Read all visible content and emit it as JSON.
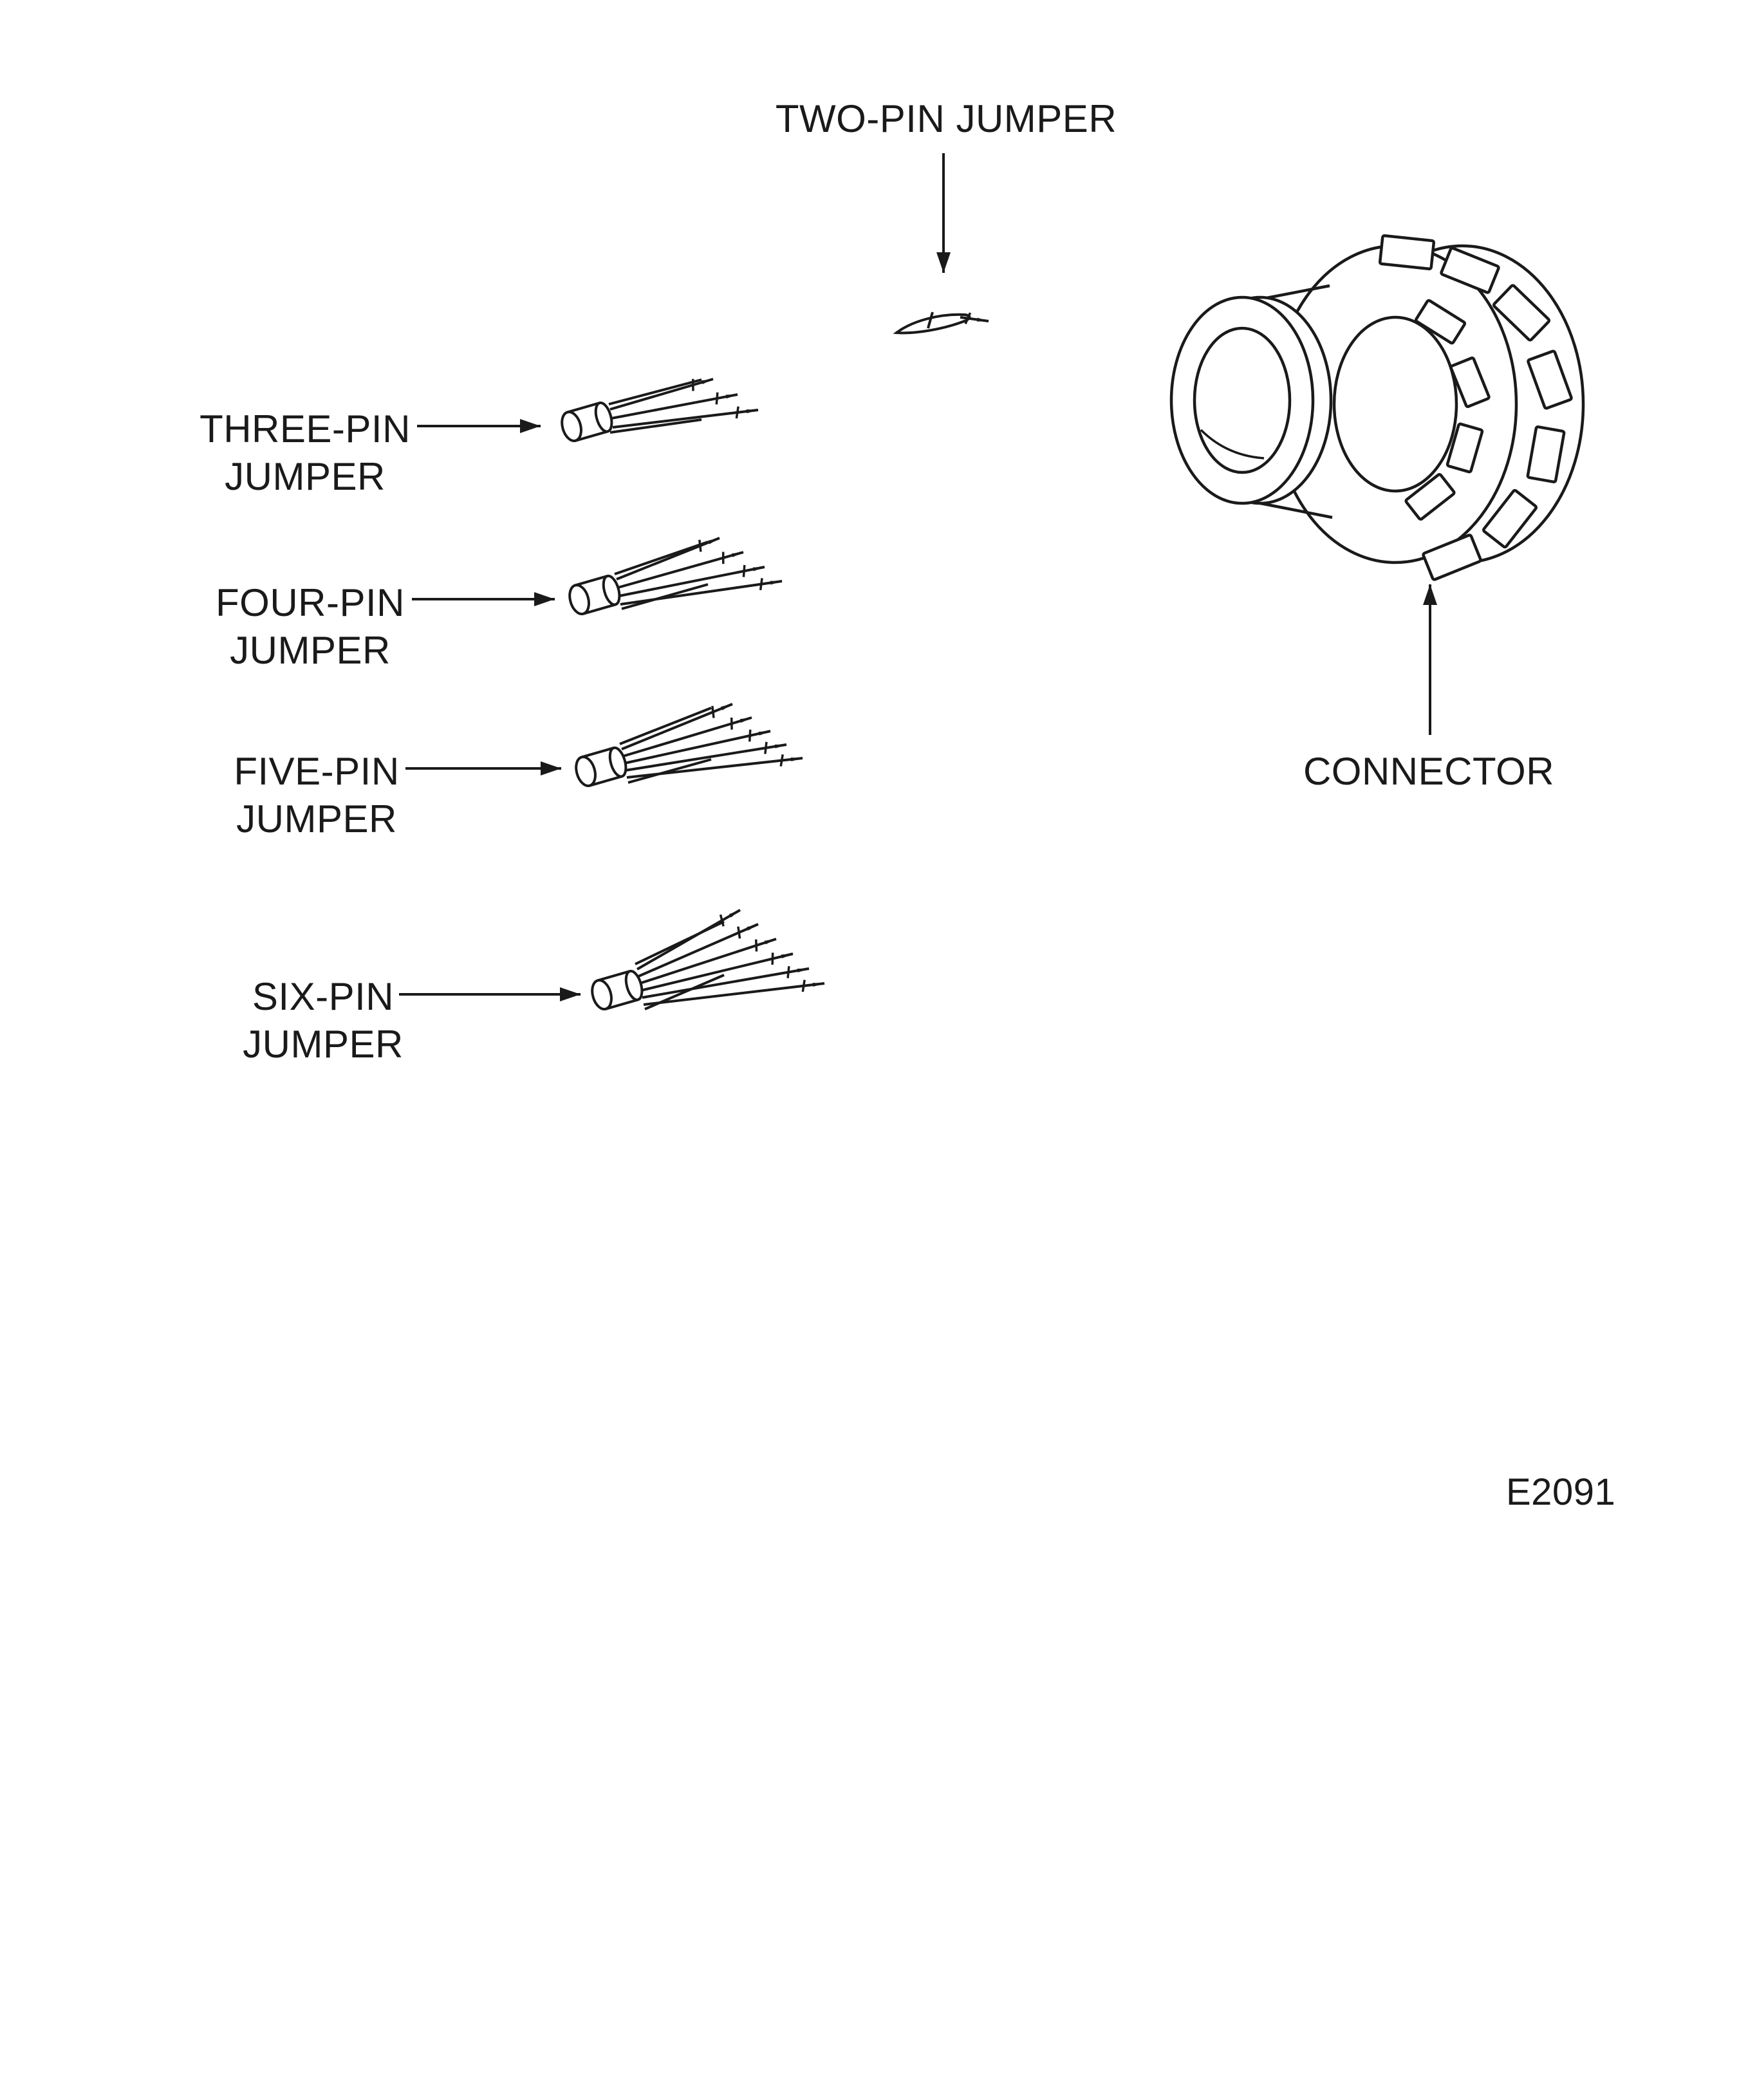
{
  "figure": {
    "code": "E2091",
    "labels": {
      "two_pin": "TWO-PIN JUMPER",
      "connector": "CONNECTOR"
    },
    "jumpers": [
      {
        "id": "three-pin-jumper",
        "line1": "THREE-PIN",
        "line2": "JUMPER",
        "pins": 3
      },
      {
        "id": "four-pin-jumper",
        "line1": "FOUR-PIN",
        "line2": "JUMPER",
        "pins": 4
      },
      {
        "id": "five-pin-jumper",
        "line1": "FIVE-PIN",
        "line2": "JUMPER",
        "pins": 5
      },
      {
        "id": "six-pin-jumper",
        "line1": "SIX-PIN",
        "line2": "JUMPER",
        "pins": 6
      }
    ],
    "colors": {
      "ink": "#1a1a1a",
      "background": "#ffffff"
    }
  }
}
